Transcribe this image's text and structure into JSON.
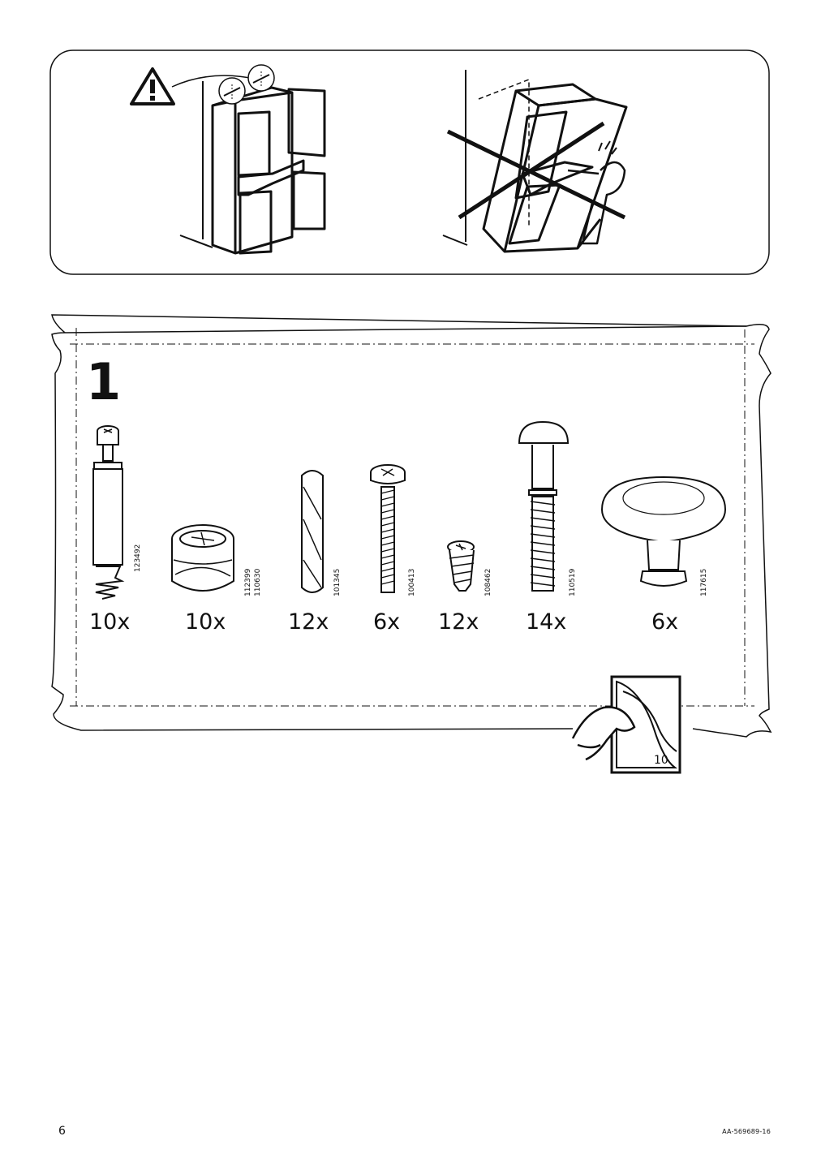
{
  "step": {
    "number": "1"
  },
  "parts": [
    {
      "article": "123492",
      "quantity": "10x"
    },
    {
      "article": "112399",
      "article_alt": "110630",
      "quantity": "10x"
    },
    {
      "article": "101345",
      "quantity": "12x"
    },
    {
      "article": "100413",
      "quantity": "6x"
    },
    {
      "article": "108462",
      "quantity": "12x"
    },
    {
      "article": "110519",
      "quantity": "14x"
    },
    {
      "article": "117615",
      "quantity": "6x"
    }
  ],
  "page_reference": {
    "page": "10"
  },
  "footer": {
    "page_number": "6",
    "document_code": "AA-569689-16"
  },
  "icons": [
    "warning-triangle-icon",
    "page-turn-icon"
  ]
}
